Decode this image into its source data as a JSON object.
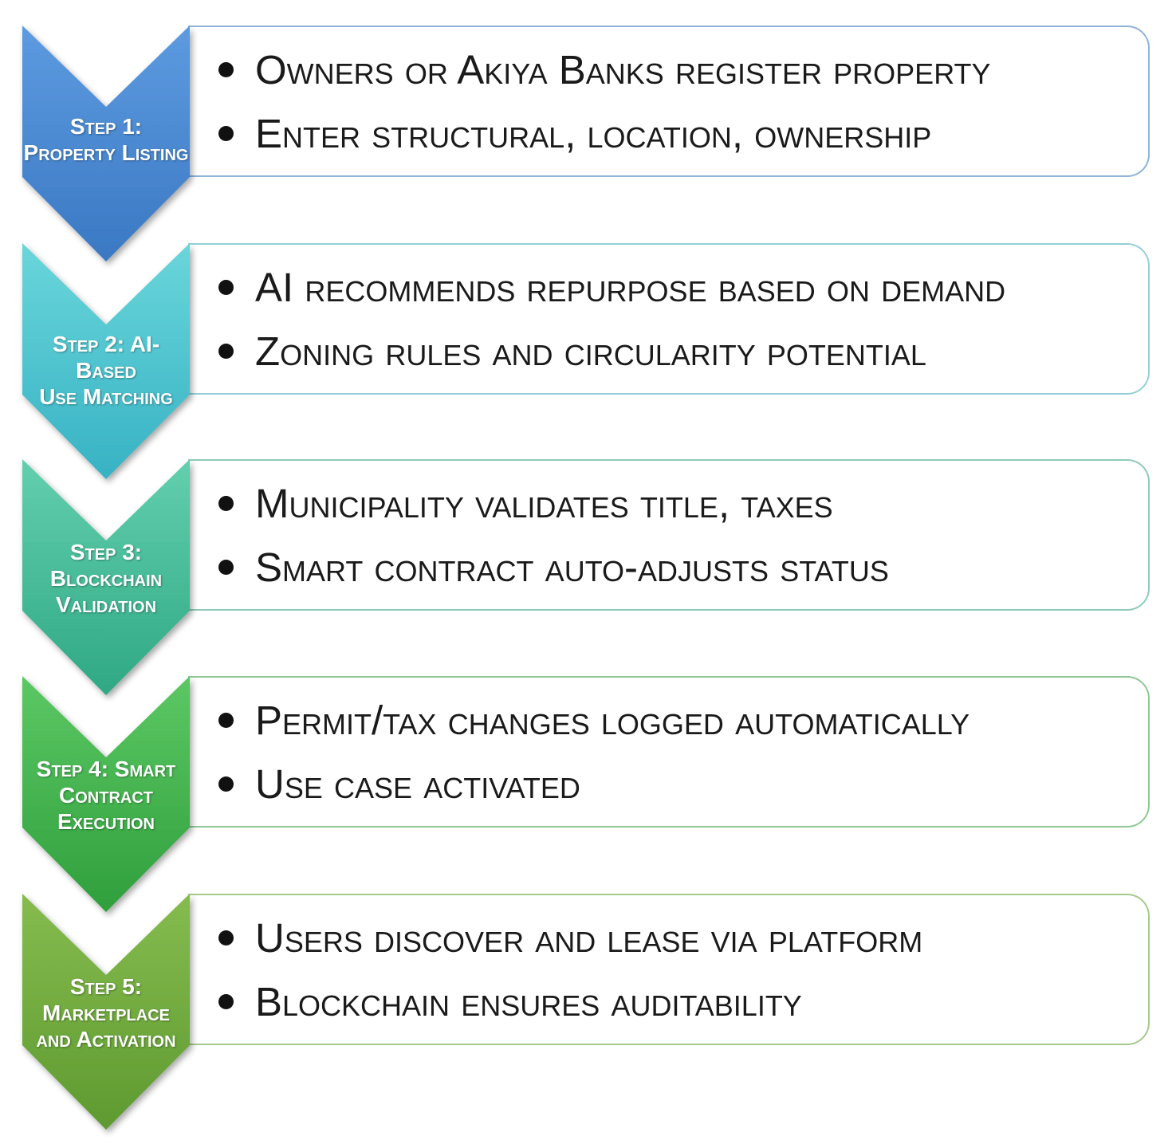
{
  "steps": [
    {
      "label_lines": [
        "Step 1:",
        "Property Listing"
      ],
      "color_top": "#5d9be0",
      "color_bottom": "#3a78c3",
      "border_color": "#8fb3da",
      "bullets": [
        "Owners or Akiya Banks register property",
        "Enter structural, location, ownership"
      ]
    },
    {
      "label_lines": [
        "Step 2: AI-Based",
        "Use Matching"
      ],
      "color_top": "#6ad6da",
      "color_bottom": "#37b2c4",
      "border_color": "#94cfd8",
      "bullets": [
        "AI recommends repurpose based on demand",
        "Zoning rules and circularity potential"
      ]
    },
    {
      "label_lines": [
        "Step 3:",
        "Blockchain",
        "Validation"
      ],
      "color_top": "#63cfae",
      "color_bottom": "#2fa883",
      "border_color": "#8fcbb5",
      "bullets": [
        "Municipality validates title, taxes",
        "Smart contract auto-adjusts status"
      ]
    },
    {
      "label_lines": [
        "Step 4: Smart",
        "Contract",
        "Execution"
      ],
      "color_top": "#5cc864",
      "color_bottom": "#2f9f3c",
      "border_color": "#8fc796",
      "bullets": [
        "Permit/tax changes logged automatically",
        "Use case activated"
      ]
    },
    {
      "label_lines": [
        "Step 5:",
        "Marketplace",
        "and Activation"
      ],
      "color_top": "#86bc4f",
      "color_bottom": "#5e9a30",
      "border_color": "#a6c98c",
      "bullets": [
        "Users discover and lease via platform",
        "Blockchain ensures auditability"
      ]
    }
  ]
}
